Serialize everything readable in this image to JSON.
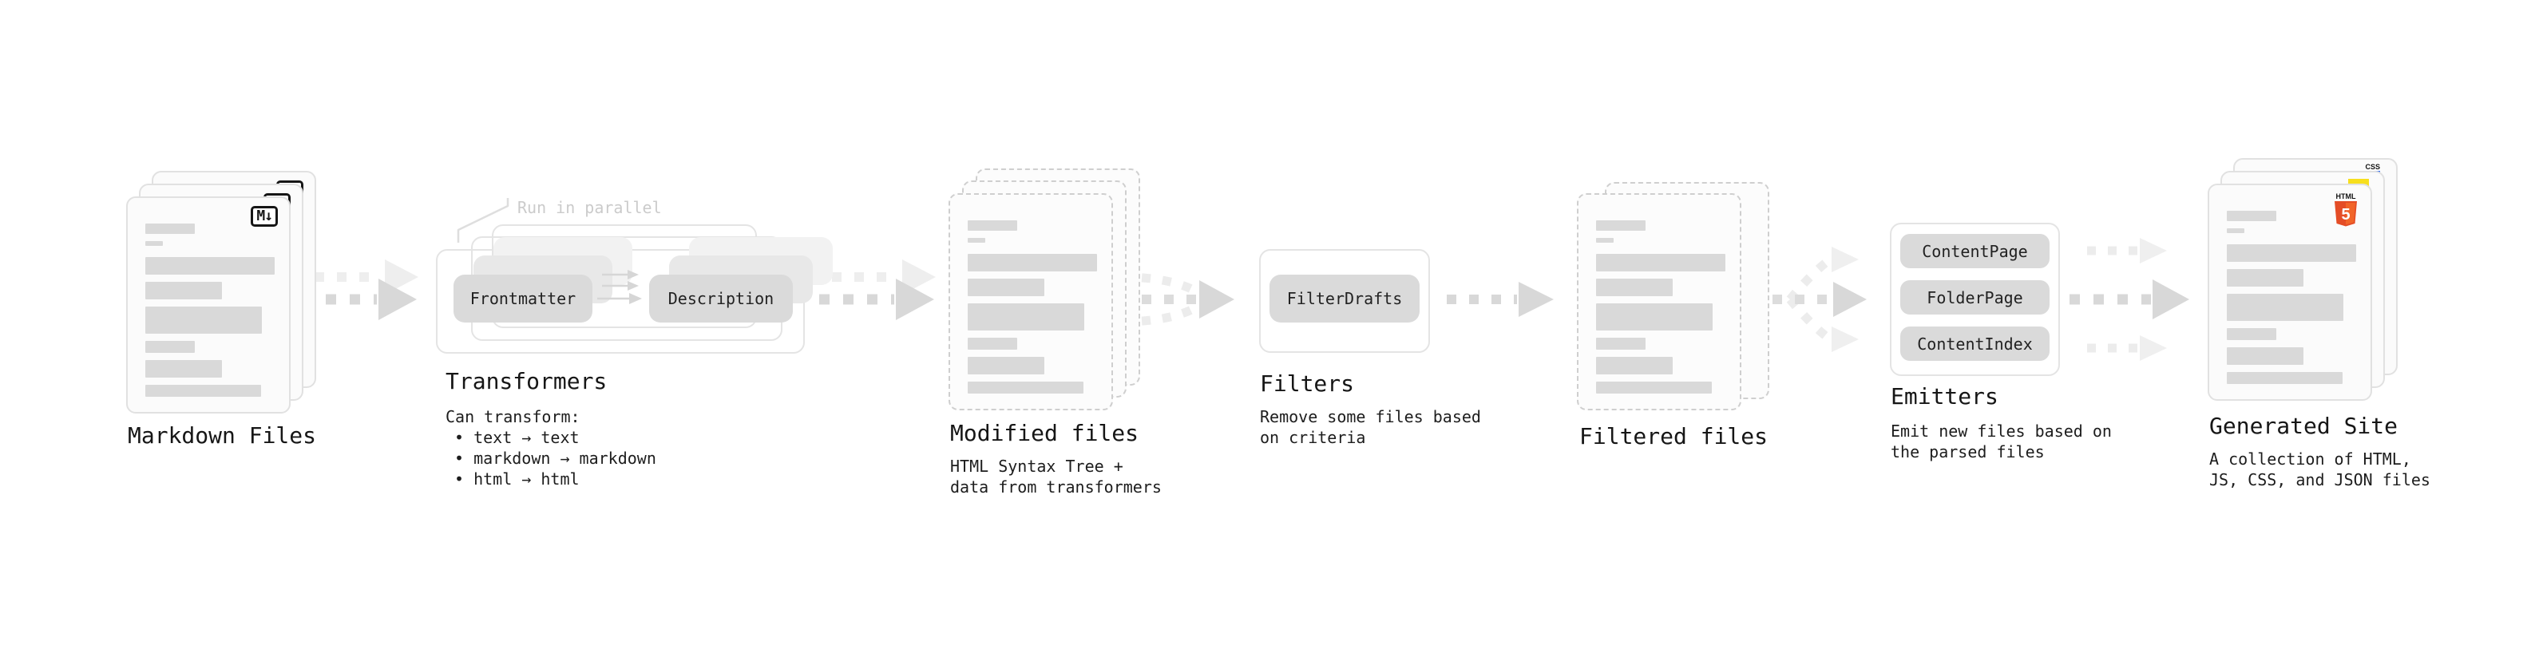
{
  "stages": {
    "markdown": {
      "label": "Markdown Files"
    },
    "transformers": {
      "label": "Transformers",
      "annotation": "Run in parallel",
      "pill_left": "Frontmatter",
      "pill_right": "Description",
      "desc_1": "Can transform:",
      "desc_2": "• text → text",
      "desc_3": "• markdown → markdown",
      "desc_4": "• html → html"
    },
    "modified": {
      "label": "Modified files",
      "desc_1": "HTML Syntax Tree +",
      "desc_2": "data from transformers"
    },
    "filters": {
      "label": "Filters",
      "pill": "FilterDrafts",
      "desc_1": "Remove some files based",
      "desc_2": "on criteria"
    },
    "filtered": {
      "label": "Filtered files"
    },
    "emitters": {
      "label": "Emitters",
      "pill_1": "ContentPage",
      "pill_2": "FolderPage",
      "pill_3": "ContentIndex",
      "desc_1": "Emit new files based on",
      "desc_2": "the parsed files"
    },
    "generated": {
      "label": "Generated Site",
      "desc_1": "A collection of HTML,",
      "desc_2": "JS, CSS, and JSON files"
    }
  },
  "icons": {
    "markdown_badge": "M↓",
    "html5_text": "HTML",
    "html5_number": "5",
    "css_badge": "CSS"
  },
  "colors": {
    "html5_orange": "#e44d26",
    "js_yellow": "#f7df1e",
    "css_blue": "#2965f1",
    "arrow_gray": "#d8d8d8"
  }
}
